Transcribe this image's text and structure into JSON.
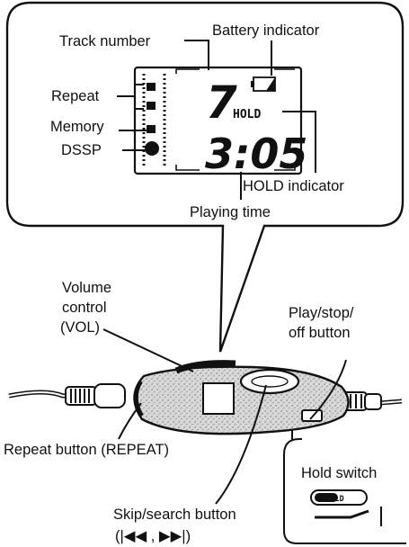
{
  "labels": {
    "track_number": "Track number",
    "battery_indicator": "Battery indicator",
    "repeat": "Repeat",
    "memory": "Memory",
    "dssp": "DSSP",
    "hold_indicator": "HOLD indicator",
    "playing_time": "Playing time",
    "volume_line1": "Volume",
    "volume_line2": "control",
    "volume_line3": "(VOL)",
    "play_line1": "Play/stop/",
    "play_line2": "off button",
    "repeat_button": "Repeat button (REPEAT)",
    "hold_switch": "Hold switch",
    "skip_line1": "Skip/search button",
    "skip_line2": "(|◀◀ , ▶▶|)"
  },
  "display": {
    "track": "7",
    "hold": "HOLD",
    "time": "3:05"
  },
  "hold_switch_text": "◀ HOLD"
}
